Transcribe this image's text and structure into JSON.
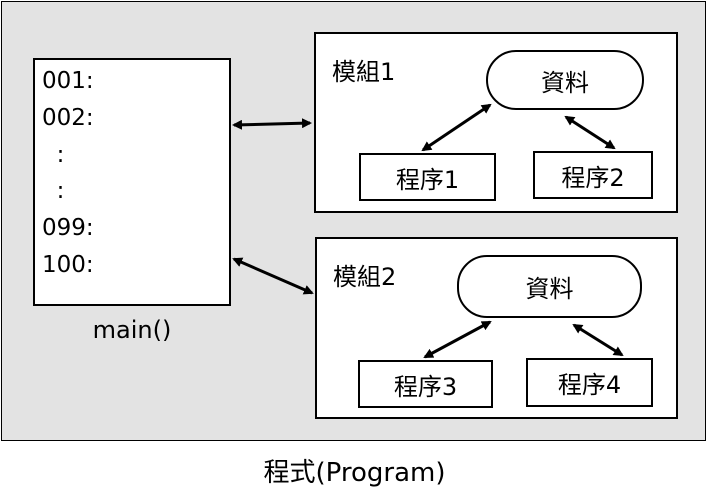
{
  "program_label": "程式(Program)",
  "main": {
    "lines": [
      "001:",
      "002:",
      "  :",
      "  :",
      "099:",
      "100:"
    ],
    "caption": "main()"
  },
  "modules": [
    {
      "title": "模組1",
      "data_label": "資料",
      "procedures": [
        "程序1",
        "程序2"
      ]
    },
    {
      "title": "模組2",
      "data_label": "資料",
      "procedures": [
        "程序3",
        "程序4"
      ]
    }
  ]
}
